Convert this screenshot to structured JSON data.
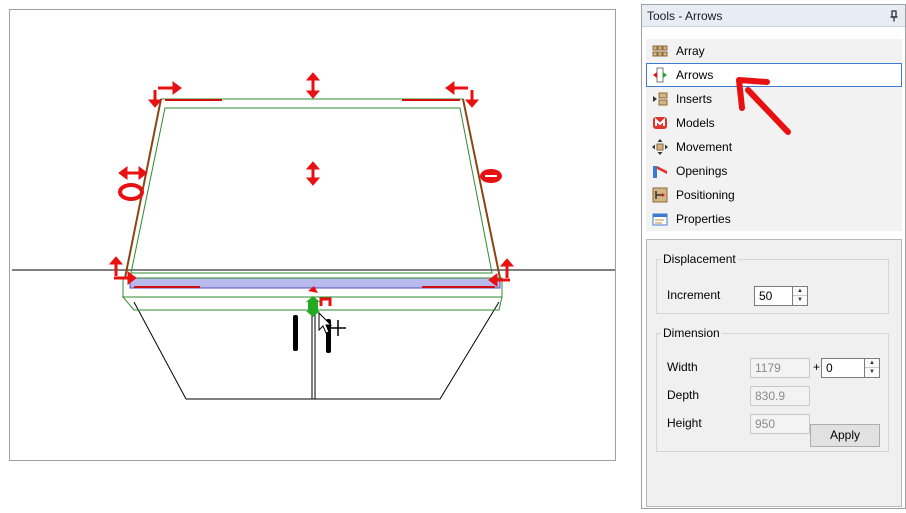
{
  "panel": {
    "title": "Tools - Arrows",
    "pin_icon": "pin-icon"
  },
  "tools": [
    {
      "label": "Array",
      "icon": "array-icon",
      "selected": false
    },
    {
      "label": "Arrows",
      "icon": "arrows-icon",
      "selected": true
    },
    {
      "label": "Inserts",
      "icon": "inserts-icon",
      "selected": false
    },
    {
      "label": "Models",
      "icon": "models-icon",
      "selected": false
    },
    {
      "label": "Movement",
      "icon": "movement-icon",
      "selected": false
    },
    {
      "label": "Openings",
      "icon": "openings-icon",
      "selected": false
    },
    {
      "label": "Positioning",
      "icon": "positioning-icon",
      "selected": false
    },
    {
      "label": "Properties",
      "icon": "properties-icon",
      "selected": false
    }
  ],
  "displacement": {
    "legend": "Displacement",
    "increment_label": "Increment",
    "increment_value": "50"
  },
  "dimension": {
    "legend": "Dimension",
    "width_label": "Width",
    "width_value": "1179",
    "plus_sign": "+",
    "width_offset": "0",
    "depth_label": "Depth",
    "depth_value": "830.9",
    "height_label": "Height",
    "height_value": "950",
    "apply_label": "Apply"
  },
  "colors": {
    "handle_red": "#e81010",
    "edge_green": "#2e8b2e",
    "selection_blue": "#6a6ad8",
    "callout_arrow": "#e81010",
    "selected_border": "#3d7bd3"
  }
}
